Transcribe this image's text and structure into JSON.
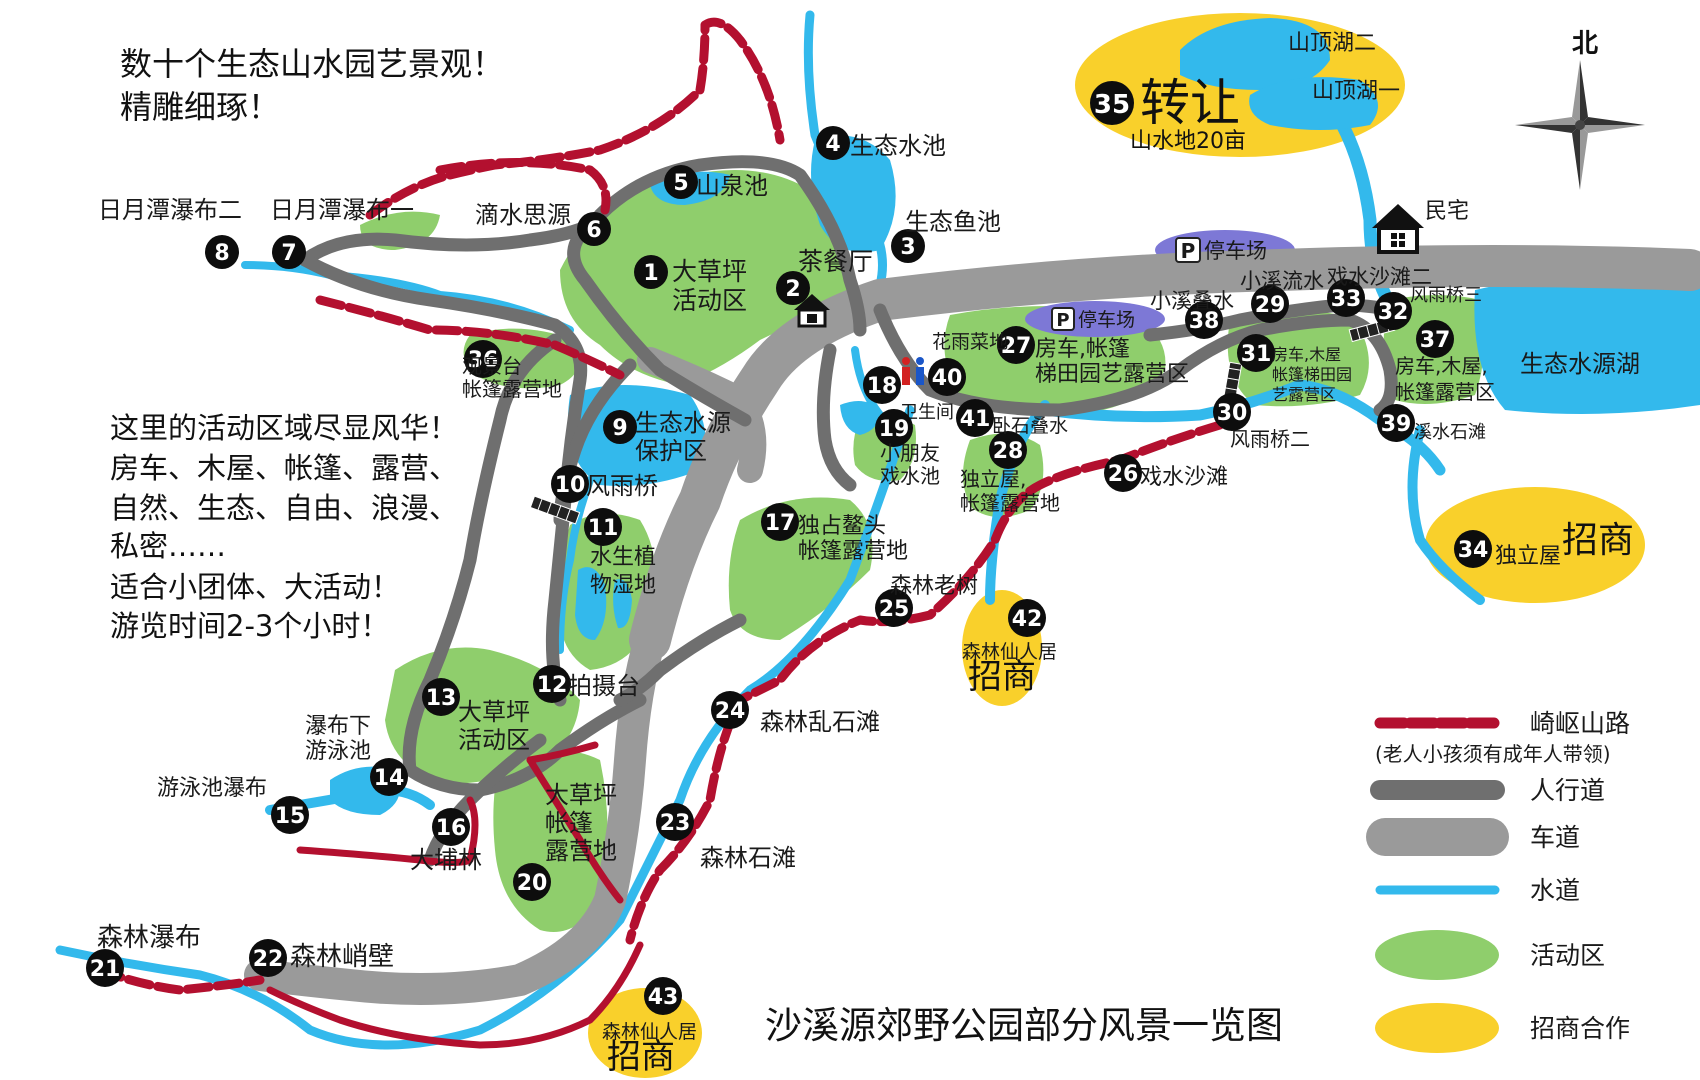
{
  "colors": {
    "water": "#33b9ec",
    "activity": "#8fce6c",
    "partner": "#f9d02b",
    "road": "#9a9a9a",
    "walkway": "#6f6f6f",
    "trail": "#b3102f",
    "marker": "#0d0d0d",
    "parking": "#7d78d6"
  },
  "intro": {
    "line1": "数十个生态山水园艺景观！",
    "line2": "精雕细琢！"
  },
  "features": {
    "lines": [
      "这里的活动区域尽显风华！",
      "房车、木屋、帐篷、露营、",
      "自然、生态、自由、浪漫、",
      "私密……",
      "适合小团体、大活动！",
      "游览时间2-3个小时！"
    ]
  },
  "map_title": "沙溪源郊野公园部分风景一览图",
  "compass": {
    "label": "北",
    "icon": "compass-rose-icon"
  },
  "transfer": {
    "number": "35",
    "title": "转让",
    "subtitle": "山水地20亩"
  },
  "lakes": {
    "lake1": "山顶湖一",
    "lake2": "山顶湖二",
    "source_lake": "生态水源湖"
  },
  "zhaoshang": "招商",
  "spots": [
    {
      "id": "1",
      "label": "大草坪\n活动区"
    },
    {
      "id": "2",
      "label": "茶餐厅"
    },
    {
      "id": "3",
      "label": "生态鱼池"
    },
    {
      "id": "4",
      "label": "生态水池"
    },
    {
      "id": "5",
      "label": "山泉池"
    },
    {
      "id": "6",
      "label": "滴水思源"
    },
    {
      "id": "7",
      "label": "日月潭瀑布一"
    },
    {
      "id": "8",
      "label": "日月潭瀑布二"
    },
    {
      "id": "9",
      "label": "生态水源\n保护区"
    },
    {
      "id": "10",
      "label": "风雨桥"
    },
    {
      "id": "11",
      "label": "水生植\n物湿地"
    },
    {
      "id": "12",
      "label": "拍摄台"
    },
    {
      "id": "13",
      "label": "大草坪\n活动区"
    },
    {
      "id": "14",
      "label": "瀑布下\n游泳池"
    },
    {
      "id": "15",
      "label": "游泳池瀑布"
    },
    {
      "id": "16",
      "label": "大埔林"
    },
    {
      "id": "17",
      "label": "独占鳌头\n帐篷露营地"
    },
    {
      "id": "18",
      "label": "卫生间"
    },
    {
      "id": "19",
      "label": "小朋友\n戏水池"
    },
    {
      "id": "20",
      "label": "大草坪\n帐篷\n露营地"
    },
    {
      "id": "21",
      "label": "森林瀑布"
    },
    {
      "id": "22",
      "label": "森林峭壁"
    },
    {
      "id": "23",
      "label": "森林石滩"
    },
    {
      "id": "24",
      "label": "森林乱石滩"
    },
    {
      "id": "25",
      "label": "森林老树"
    },
    {
      "id": "26",
      "label": "戏水沙滩"
    },
    {
      "id": "27",
      "label": "房车,帐篷\n梯田园艺露营区"
    },
    {
      "id": "28",
      "label": "独立屋,\n帐篷露营地"
    },
    {
      "id": "29",
      "label": "小溪流水"
    },
    {
      "id": "30",
      "label": "风雨桥二"
    },
    {
      "id": "31",
      "label": "房车,木屋\n帐篷梯田园\n艺露营区"
    },
    {
      "id": "32",
      "label": "风雨桥三"
    },
    {
      "id": "33",
      "label": "戏水沙滩二"
    },
    {
      "id": "34",
      "label": "独立屋"
    },
    {
      "id": "36",
      "label": "观景台\n帐篷露营地"
    },
    {
      "id": "37",
      "label": "房车,木屋,\n帐篷露营区"
    },
    {
      "id": "38",
      "label": "小溪叠水"
    },
    {
      "id": "39",
      "label": "溪水石滩"
    },
    {
      "id": "40",
      "label": "花雨菜地"
    },
    {
      "id": "41",
      "label": "卧石叠水"
    },
    {
      "id": "42",
      "label": "森林仙人居"
    },
    {
      "id": "43",
      "label": "森林仙人居"
    }
  ],
  "parking": [
    {
      "symbol": "P",
      "label": "停车场"
    },
    {
      "symbol": "P",
      "label": "停车场"
    }
  ],
  "house": {
    "label": "民宅"
  },
  "legend": [
    {
      "key": "trail",
      "label": "崎岖山路",
      "note": "(老人小孩须有成年人带领)"
    },
    {
      "key": "walkway",
      "label": "人行道"
    },
    {
      "key": "road",
      "label": "车道"
    },
    {
      "key": "water",
      "label": "水道"
    },
    {
      "key": "activity",
      "label": "活动区"
    },
    {
      "key": "partner",
      "label": "招商合作"
    }
  ]
}
